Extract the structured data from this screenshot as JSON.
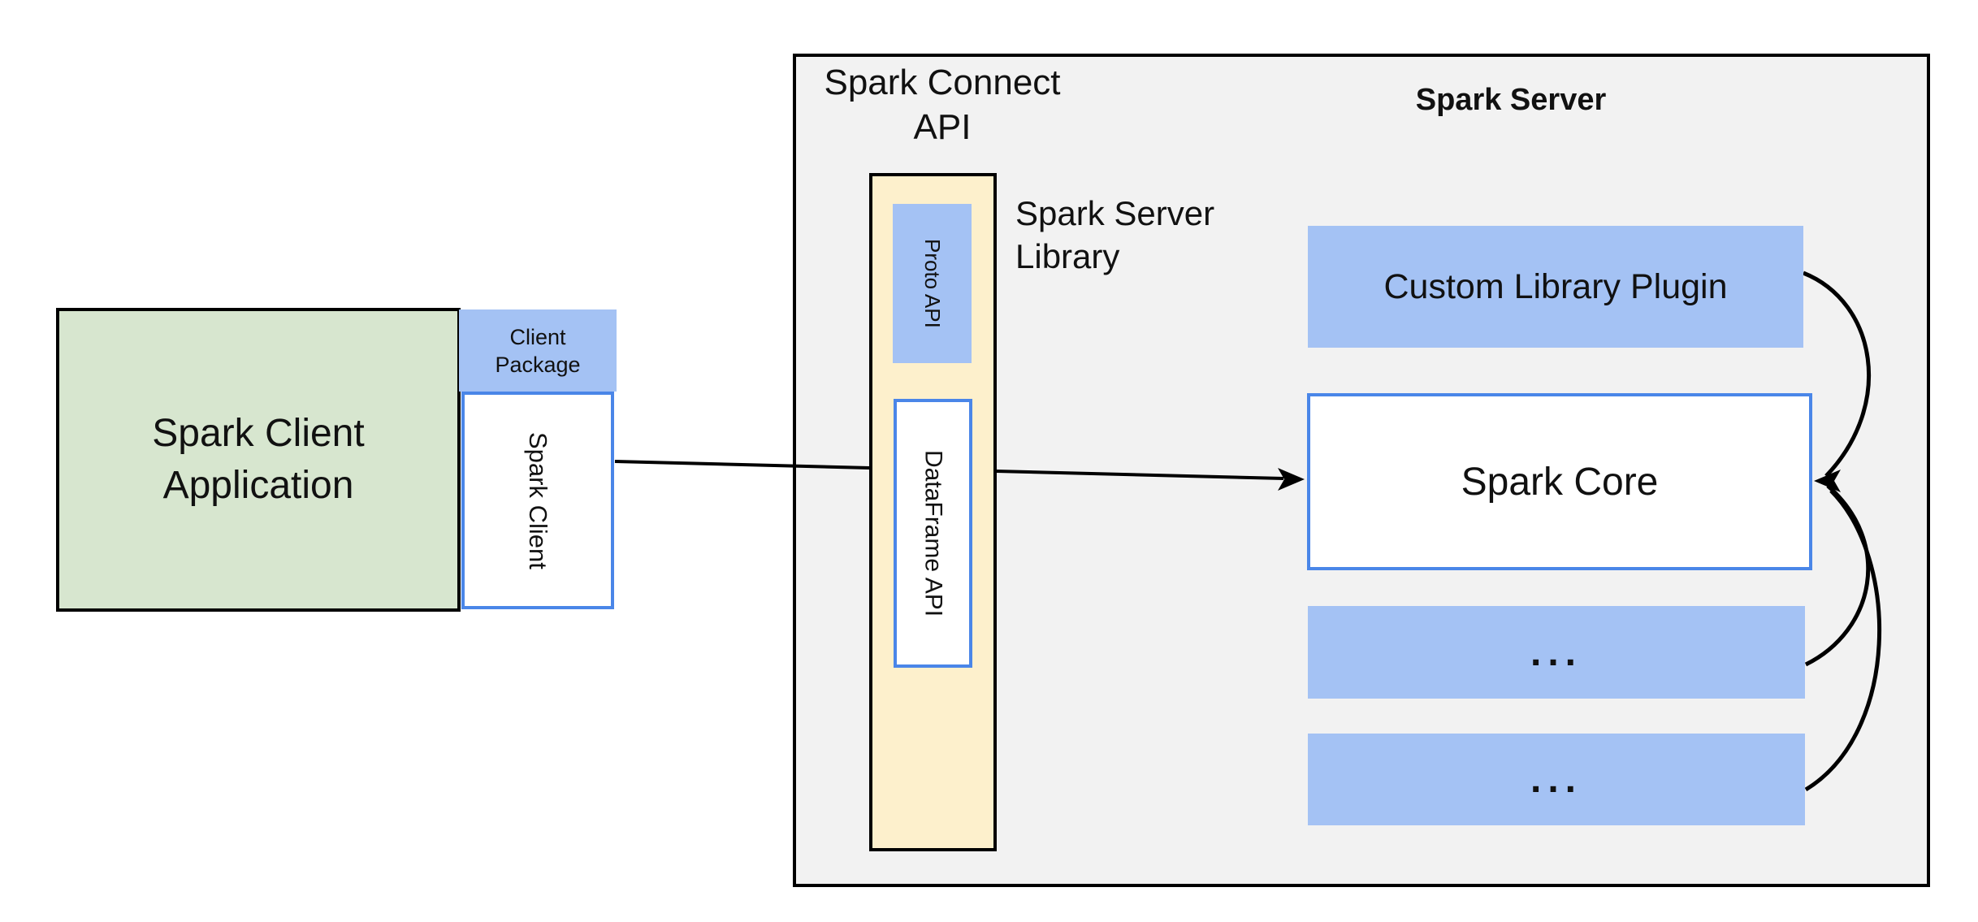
{
  "colors": {
    "page-bg": "#ffffff",
    "container-fill": "#f2f2f2",
    "container-border": "#000000",
    "green-fill": "#d7e6cf",
    "blue-fill": "#a4c2f4",
    "cream-fill": "#fdf0cc",
    "blue-border": "#4a86e8",
    "line-color": "#000000",
    "text-color": "#111111"
  },
  "client": {
    "app_lines": [
      "Spark Client",
      "Application"
    ],
    "package_lines": [
      "Client",
      "Package"
    ],
    "client_label": "Spark Client"
  },
  "connect": {
    "api_lines": [
      "Spark Connect",
      "API"
    ],
    "proto_label": "Proto  API",
    "dataframe_label": "DataFrame API",
    "library_lines": [
      "Spark Server",
      "Library"
    ]
  },
  "server": {
    "title": "Spark Server",
    "plugin_label": "Custom Library Plugin",
    "core_label": "Spark Core",
    "slot1_label": "...",
    "slot2_label": "..."
  }
}
